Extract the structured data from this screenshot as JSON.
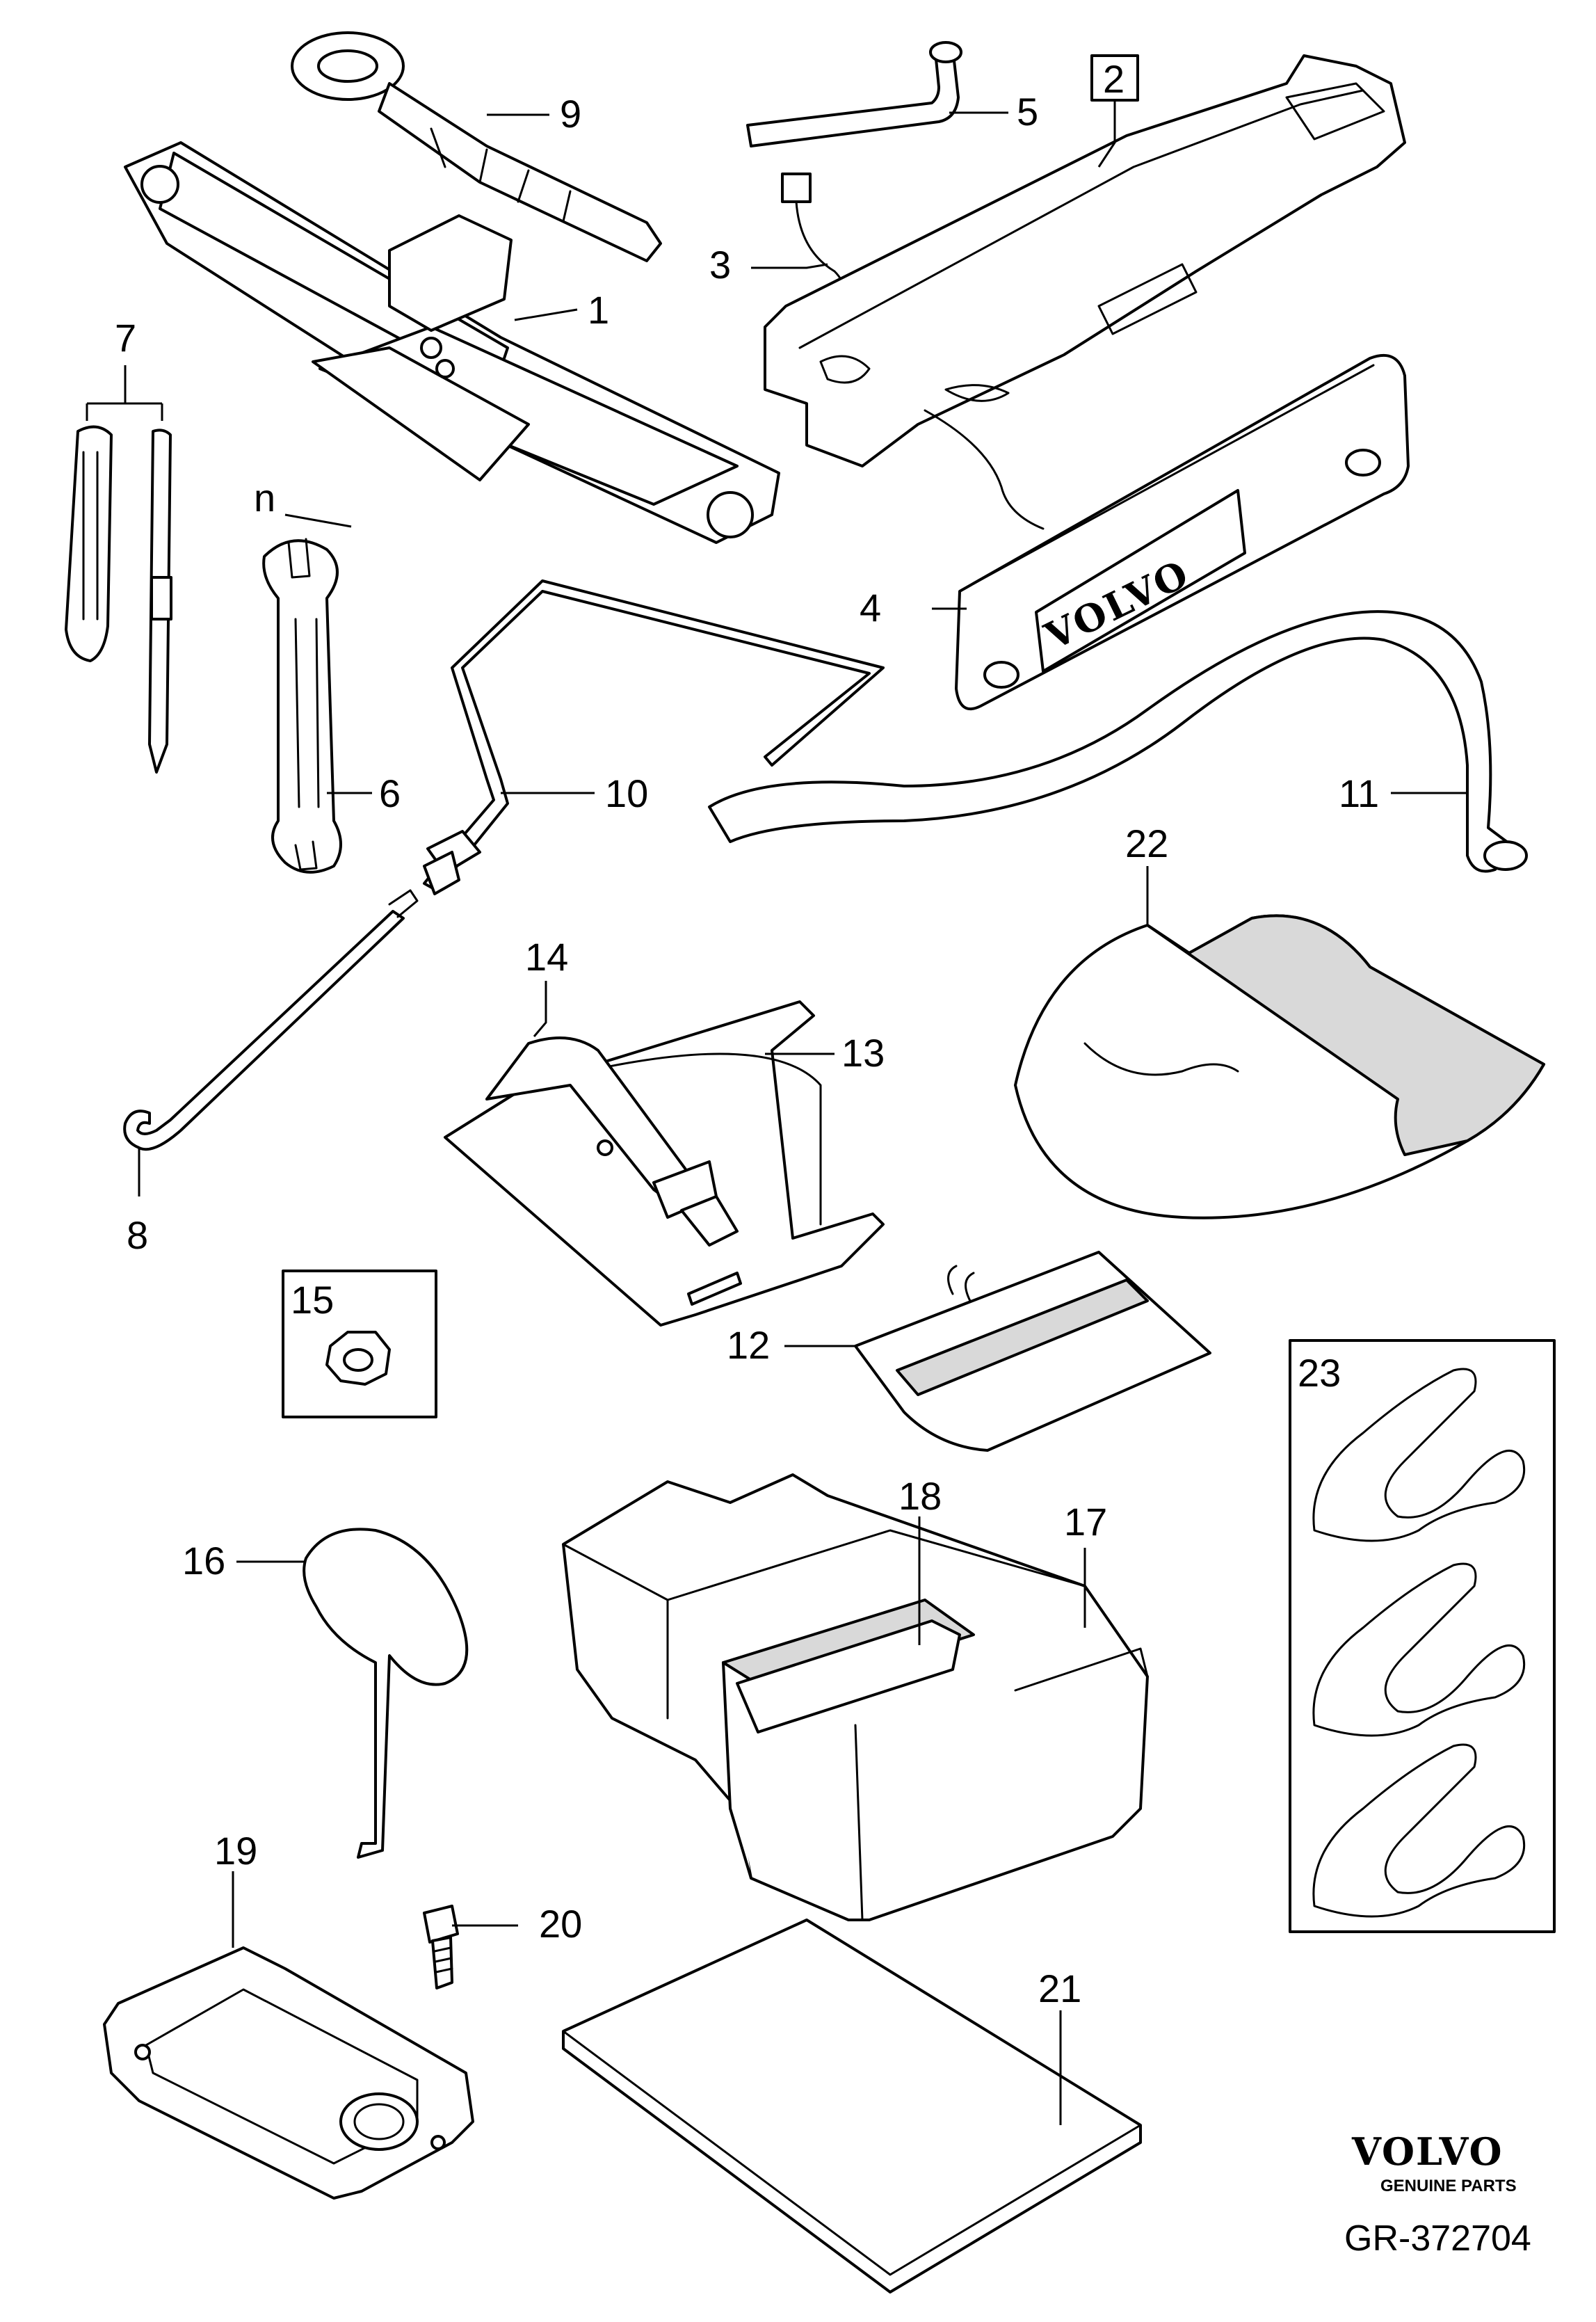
{
  "labels": {
    "p1": "1",
    "p2": "2",
    "p3": "3",
    "p4": "4",
    "p5": "5",
    "p6": "6",
    "p7": "7",
    "p8": "8",
    "p9": "9",
    "p10": "10",
    "p11": "11",
    "p12": "12",
    "p13": "13",
    "p14": "14",
    "p15": "15",
    "p16": "16",
    "p17": "17",
    "p18": "18",
    "p19": "19",
    "p20": "20",
    "p21": "21",
    "p22": "22",
    "p23": "23",
    "dim_n": "n"
  },
  "trim_plate_text": "VOLVO",
  "footer": {
    "brand": "VOLVO",
    "tagline": "GENUINE PARTS",
    "ref": "GR-372704"
  }
}
